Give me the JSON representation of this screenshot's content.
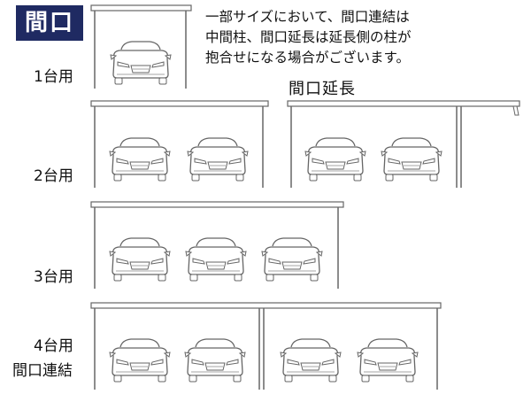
{
  "header": {
    "badge": "間口"
  },
  "note": {
    "lines": [
      "一部サイズにおいて、間口連結は",
      "中間柱、間口延長は延長側の柱が",
      "抱合せになる場合がございます。"
    ]
  },
  "extension": {
    "title": "間口延長"
  },
  "rows": [
    {
      "label": "1台用"
    },
    {
      "label": "2台用"
    },
    {
      "label": "3台用"
    },
    {
      "label_line1": "4台用",
      "label_line2": "間口連結"
    }
  ],
  "colors": {
    "badge_bg": "#1f2a62",
    "line": "#666666"
  }
}
